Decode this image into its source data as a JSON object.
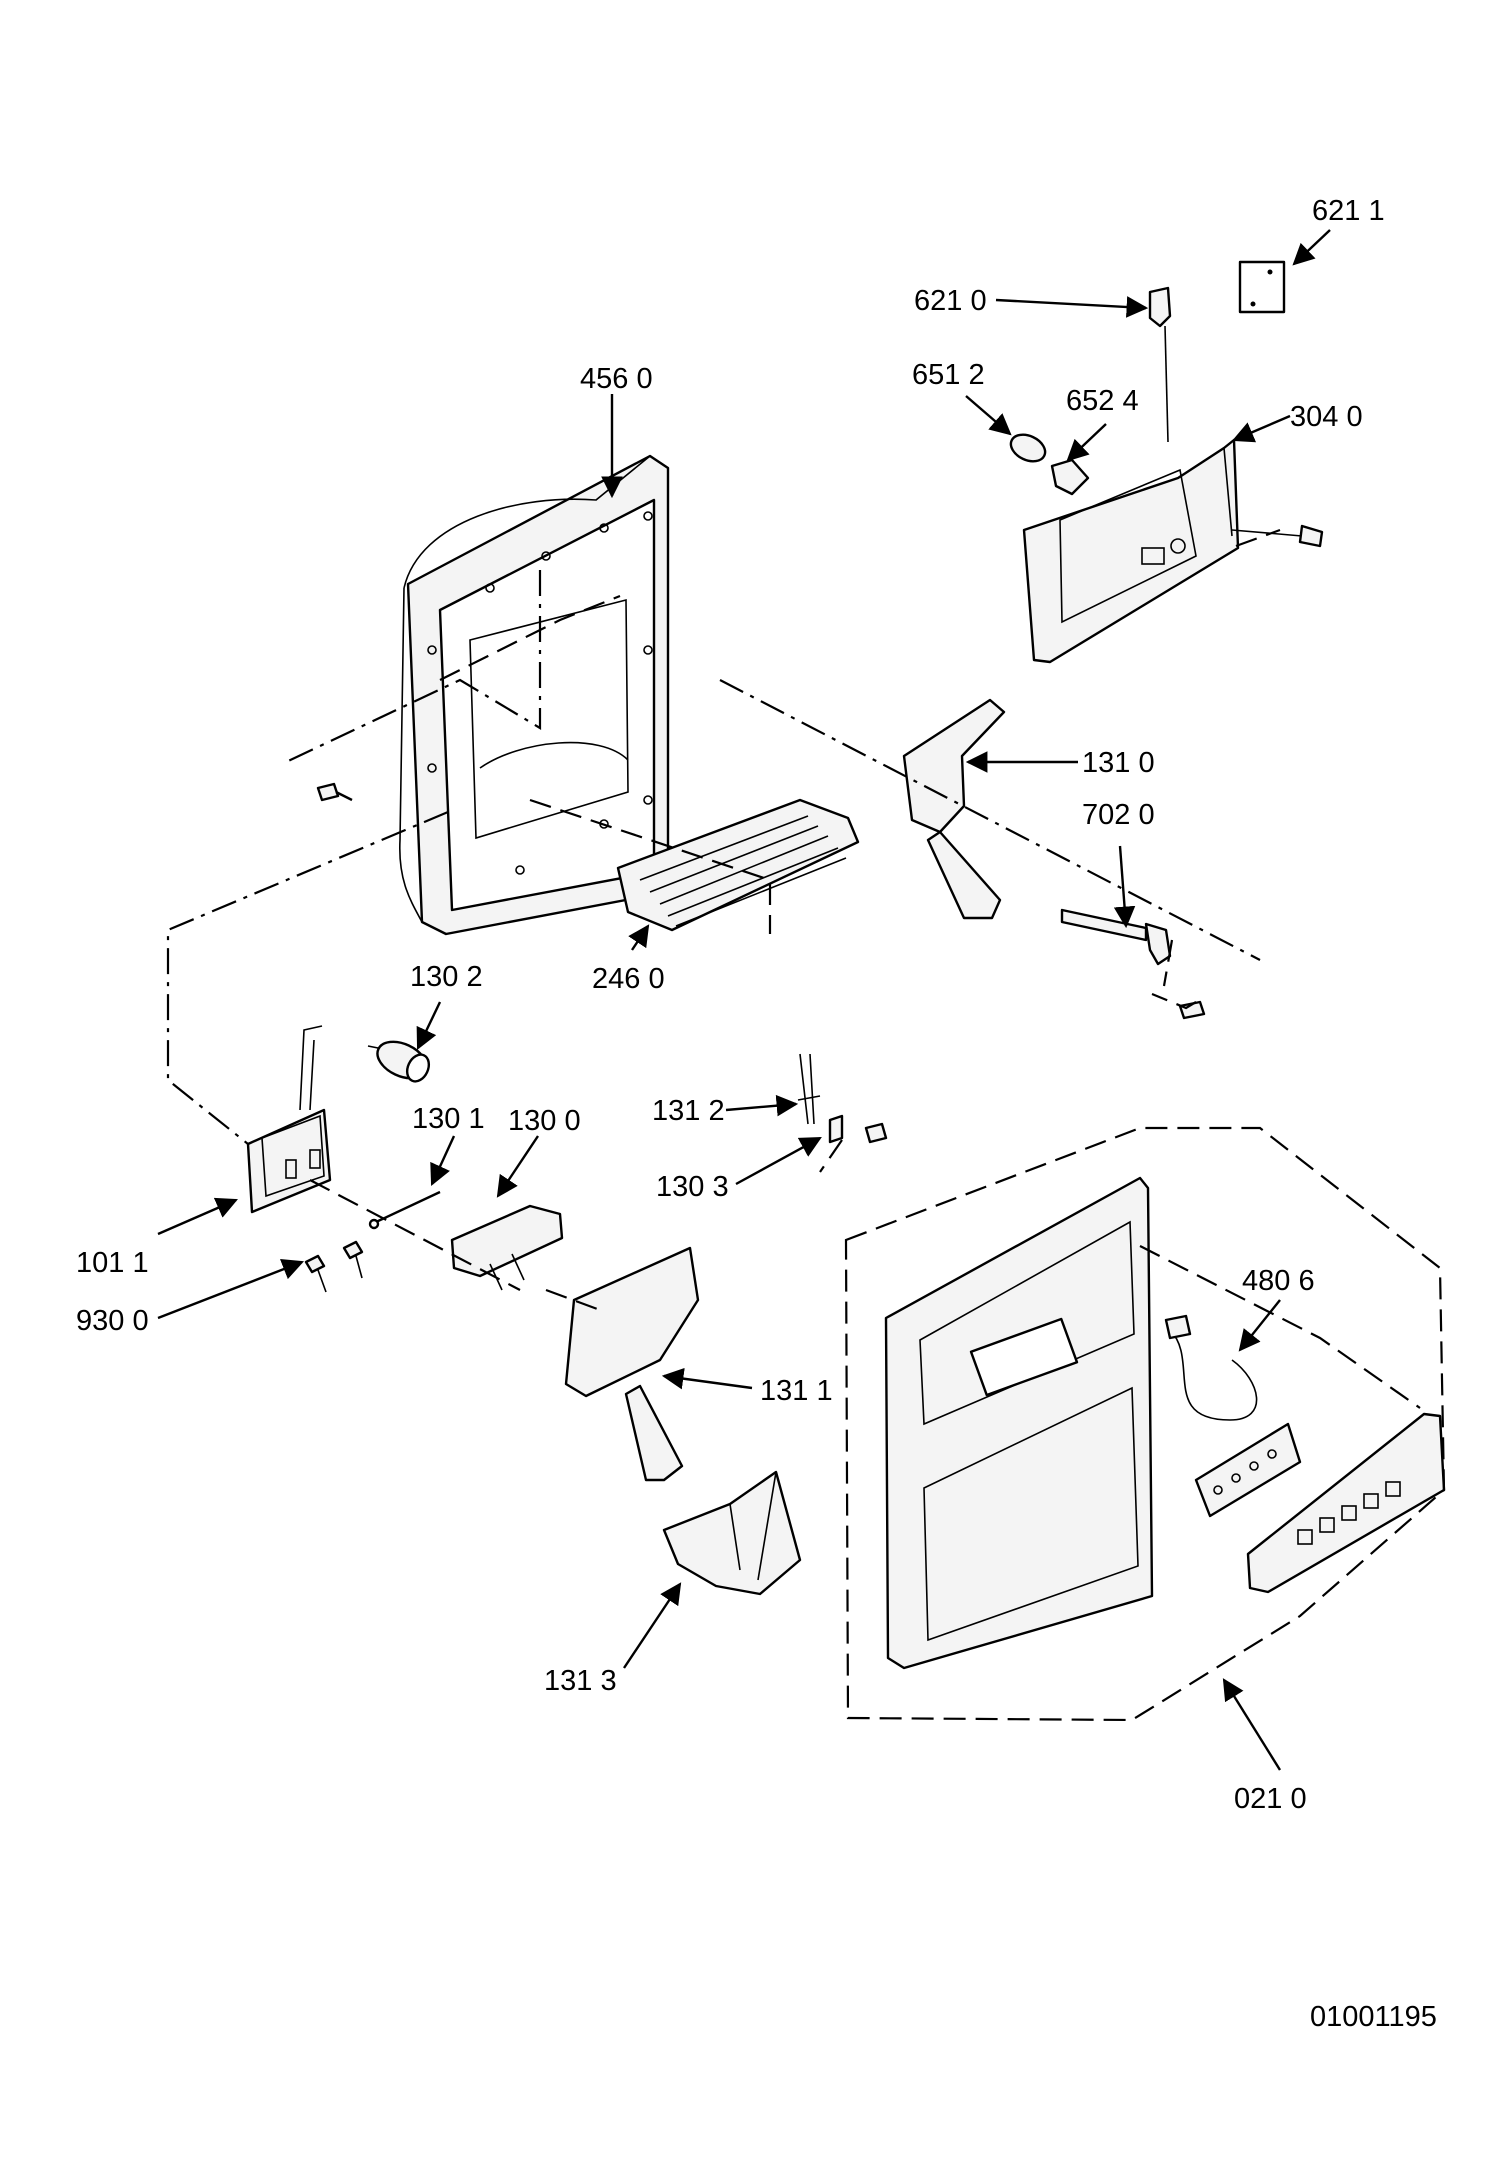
{
  "labels": {
    "p6211": "621 1",
    "p6210": "621 0",
    "p6512": "651 2",
    "p6524": "652 4",
    "p3040": "304 0",
    "p4560": "456 0",
    "p1310": "131 0",
    "p7020": "702 0",
    "p1302": "130 2",
    "p2460": "246 0",
    "p1312": "131 2",
    "p1301": "130 1",
    "p1300": "130 0",
    "p1303": "130 3",
    "p1011": "101 1",
    "p9300": "930 0",
    "p1311": "131 1",
    "p4806": "480 6",
    "p1313": "131 3",
    "p0210": "021 0"
  },
  "drawing_number": "01001195"
}
